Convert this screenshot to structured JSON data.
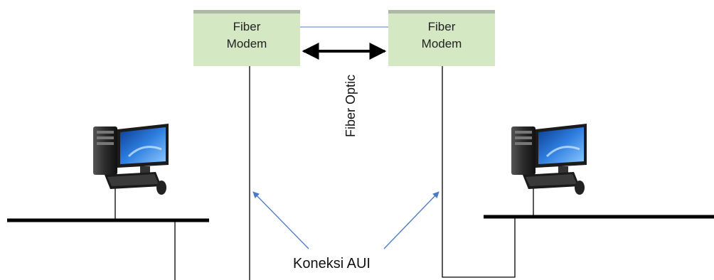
{
  "modems": [
    {
      "line1": "Fiber",
      "line2": "Modem"
    },
    {
      "line1": "Fiber",
      "line2": "Modem"
    }
  ],
  "link_label": "Fiber Optic",
  "connection_label": "Koneksi AUI",
  "icons": [
    "computer-icon",
    "computer-icon"
  ],
  "colors": {
    "modem_fill": "#d5e8c4",
    "modem_top": "#aeb8a7",
    "arrow_blue": "#4a7ac8",
    "fiber_link": "#6f9bd6",
    "line": "#000000"
  }
}
